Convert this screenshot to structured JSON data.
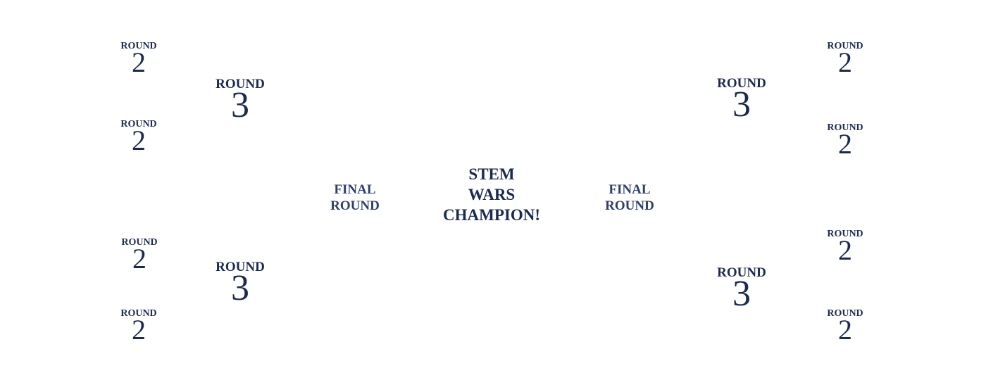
{
  "text_color": "#1b2a52",
  "round2": {
    "word": "ROUND",
    "number": "2"
  },
  "round3": {
    "word": "ROUND",
    "number": "3"
  },
  "final": {
    "line1": "FINAL",
    "line2": "ROUND"
  },
  "champion": {
    "line1": "STEM",
    "line2": "WARS",
    "line3": "CHAMPION!"
  }
}
